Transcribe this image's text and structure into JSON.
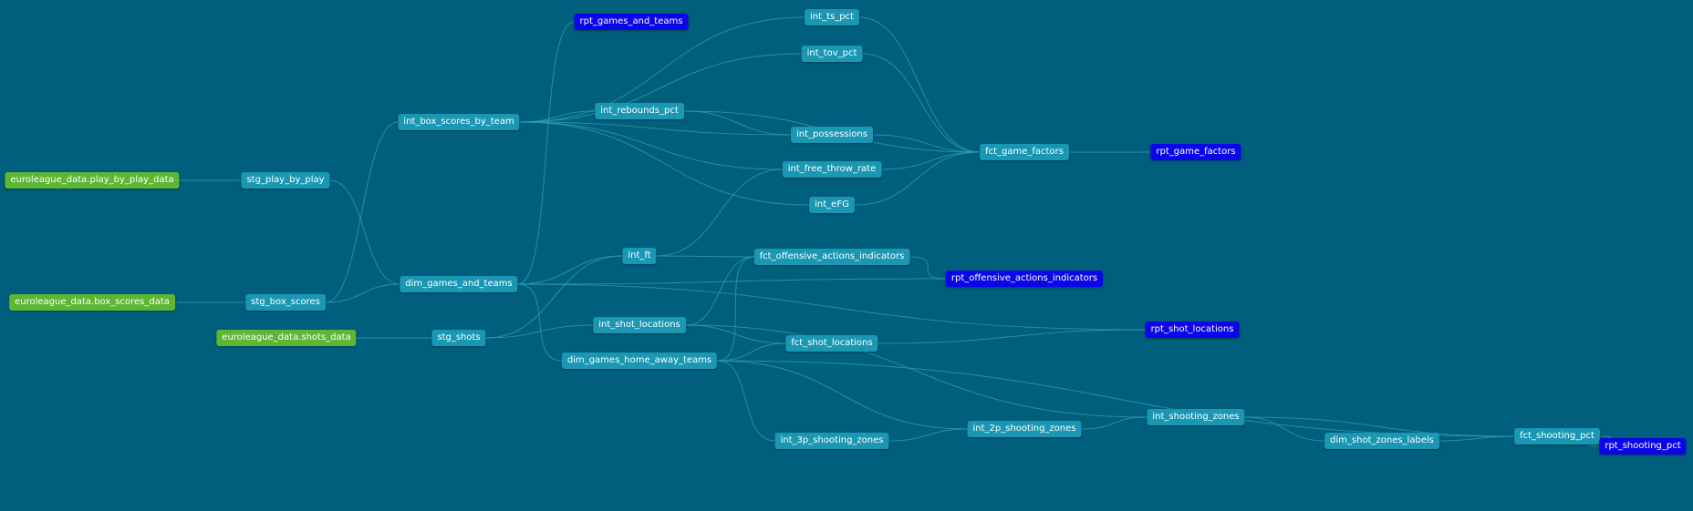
{
  "colors": {
    "background": "#015f7e",
    "source": "#5db734",
    "model": "#1a97b3",
    "report": "#0b06e8",
    "edge": "#2c9fb4"
  },
  "nodes": [
    {
      "id": "src_pbp",
      "label": "euroleague_data.play_by_play_data",
      "kind": "source"
    },
    {
      "id": "src_box",
      "label": "euroleague_data.box_scores_data",
      "kind": "source"
    },
    {
      "id": "src_shots",
      "label": "euroleague_data.shots_data",
      "kind": "source"
    },
    {
      "id": "stg_pbp",
      "label": "stg_play_by_play",
      "kind": "model"
    },
    {
      "id": "stg_box",
      "label": "stg_box_scores",
      "kind": "model"
    },
    {
      "id": "stg_shots",
      "label": "stg_shots",
      "kind": "model"
    },
    {
      "id": "int_box_team",
      "label": "int_box_scores_by_team",
      "kind": "model"
    },
    {
      "id": "dim_gt",
      "label": "dim_games_and_teams",
      "kind": "model"
    },
    {
      "id": "rpt_gt",
      "label": "rpt_games_and_teams",
      "kind": "report"
    },
    {
      "id": "int_reb",
      "label": "int_rebounds_pct",
      "kind": "model"
    },
    {
      "id": "int_ft",
      "label": "int_ft",
      "kind": "model"
    },
    {
      "id": "int_shot_loc",
      "label": "int_shot_locations",
      "kind": "model"
    },
    {
      "id": "dim_ghat",
      "label": "dim_games_home_away_teams",
      "kind": "model"
    },
    {
      "id": "int_ts",
      "label": "int_ts_pct",
      "kind": "model"
    },
    {
      "id": "int_tov",
      "label": "int_tov_pct",
      "kind": "model"
    },
    {
      "id": "int_poss",
      "label": "int_possessions",
      "kind": "model"
    },
    {
      "id": "int_ftr",
      "label": "int_free_throw_rate",
      "kind": "model"
    },
    {
      "id": "int_efg",
      "label": "int_eFG",
      "kind": "model"
    },
    {
      "id": "fct_oai",
      "label": "fct_offensive_actions_indicators",
      "kind": "model"
    },
    {
      "id": "fct_shot_loc",
      "label": "fct_shot_locations",
      "kind": "model"
    },
    {
      "id": "int_3p",
      "label": "int_3p_shooting_zones",
      "kind": "model"
    },
    {
      "id": "int_2p",
      "label": "int_2p_shooting_zones",
      "kind": "model"
    },
    {
      "id": "fct_gf",
      "label": "fct_game_factors",
      "kind": "model"
    },
    {
      "id": "rpt_gf",
      "label": "rpt_game_factors",
      "kind": "report"
    },
    {
      "id": "rpt_oai",
      "label": "rpt_offensive_actions_indicators",
      "kind": "report"
    },
    {
      "id": "rpt_shot_loc",
      "label": "rpt_shot_locations",
      "kind": "report"
    },
    {
      "id": "int_sz",
      "label": "int_shooting_zones",
      "kind": "model"
    },
    {
      "id": "dim_szl",
      "label": "dim_shot_zones_labels",
      "kind": "model"
    },
    {
      "id": "fct_sp",
      "label": "fct_shooting_pct",
      "kind": "model"
    },
    {
      "id": "rpt_sp",
      "label": "rpt_shooting_pct",
      "kind": "report"
    }
  ],
  "edges": [
    [
      "src_pbp",
      "stg_pbp"
    ],
    [
      "src_box",
      "stg_box"
    ],
    [
      "src_shots",
      "stg_shots"
    ],
    [
      "stg_pbp",
      "dim_gt"
    ],
    [
      "stg_box",
      "int_box_team"
    ],
    [
      "stg_box",
      "dim_gt"
    ],
    [
      "stg_shots",
      "int_shot_loc"
    ],
    [
      "stg_shots",
      "int_ft"
    ],
    [
      "int_box_team",
      "int_reb"
    ],
    [
      "int_box_team",
      "int_ts"
    ],
    [
      "int_box_team",
      "int_tov"
    ],
    [
      "int_box_team",
      "int_poss"
    ],
    [
      "int_box_team",
      "int_ftr"
    ],
    [
      "int_box_team",
      "int_efg"
    ],
    [
      "dim_gt",
      "rpt_gt"
    ],
    [
      "dim_gt",
      "int_ft"
    ],
    [
      "dim_gt",
      "dim_ghat"
    ],
    [
      "dim_gt",
      "rpt_oai"
    ],
    [
      "dim_gt",
      "rpt_shot_loc"
    ],
    [
      "int_reb",
      "int_poss"
    ],
    [
      "int_reb",
      "fct_gf"
    ],
    [
      "int_ts",
      "fct_gf"
    ],
    [
      "int_tov",
      "fct_gf"
    ],
    [
      "int_poss",
      "fct_gf"
    ],
    [
      "int_ftr",
      "fct_gf"
    ],
    [
      "int_efg",
      "fct_gf"
    ],
    [
      "int_ft",
      "fct_oai"
    ],
    [
      "int_ft",
      "int_ftr"
    ],
    [
      "int_shot_loc",
      "fct_oai"
    ],
    [
      "int_shot_loc",
      "fct_shot_loc"
    ],
    [
      "int_shot_loc",
      "int_sz"
    ],
    [
      "dim_ghat",
      "fct_oai"
    ],
    [
      "dim_ghat",
      "fct_shot_loc"
    ],
    [
      "dim_ghat",
      "int_3p"
    ],
    [
      "dim_ghat",
      "int_2p"
    ],
    [
      "dim_ghat",
      "fct_sp"
    ],
    [
      "int_3p",
      "int_2p"
    ],
    [
      "int_2p",
      "int_sz"
    ],
    [
      "fct_gf",
      "rpt_gf"
    ],
    [
      "fct_oai",
      "rpt_oai"
    ],
    [
      "fct_shot_loc",
      "rpt_shot_loc"
    ],
    [
      "int_sz",
      "dim_szl"
    ],
    [
      "int_sz",
      "fct_sp"
    ],
    [
      "dim_szl",
      "fct_sp"
    ],
    [
      "fct_sp",
      "rpt_sp"
    ]
  ]
}
